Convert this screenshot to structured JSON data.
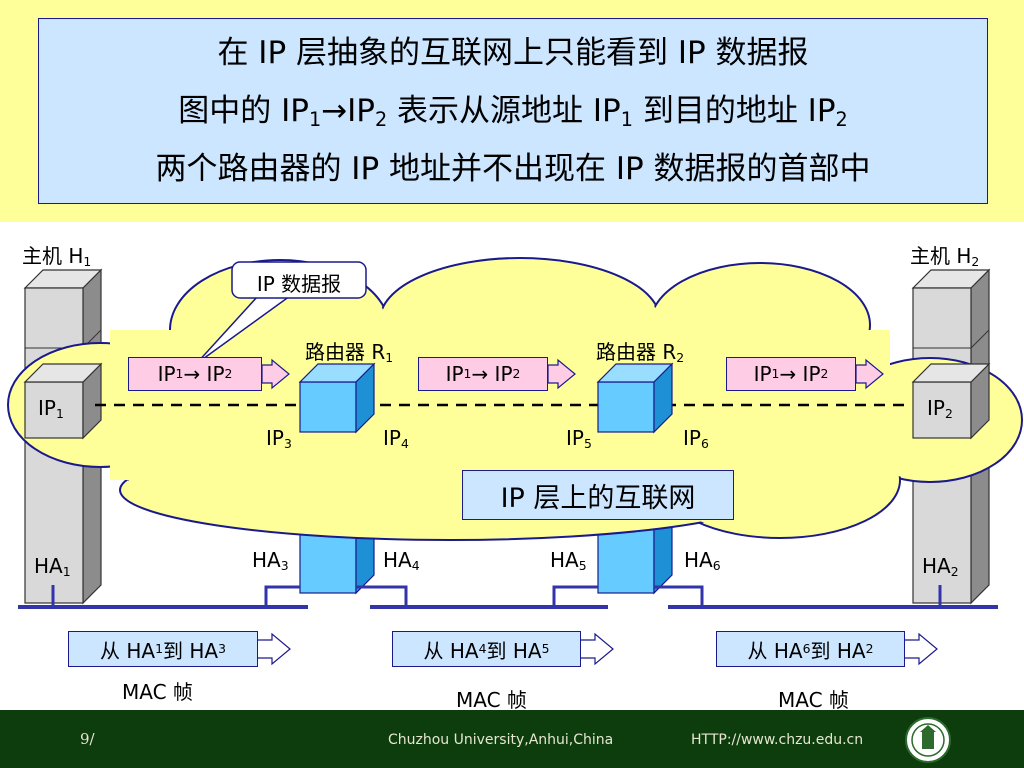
{
  "title": {
    "line1": "在 IP 层抽象的互联网上只能看到 IP 数据报",
    "line2": {
      "a": "图中的  IP",
      "b": "1",
      "c": "→IP",
      "d": "2",
      "e": "  表示从源地址 IP",
      "f": "1",
      "g": " 到目的地址 IP",
      "h": "2"
    },
    "line3": "两个路由器的 IP 地址并不出现在 IP 数据报的首部中"
  },
  "hosts": {
    "h1": {
      "label": "主机 H",
      "sub": "1",
      "ip": "IP",
      "ip_sub": "1",
      "ha": "HA",
      "ha_sub": "1"
    },
    "h2": {
      "label": "主机 H",
      "sub": "2",
      "ip": "IP",
      "ip_sub": "2",
      "ha": "HA",
      "ha_sub": "2"
    }
  },
  "routers": {
    "r1": {
      "label": "路由器 R",
      "sub": "1",
      "ip_left": "IP",
      "ip_left_sub": "3",
      "ip_right": "IP",
      "ip_right_sub": "4",
      "ha_left": "HA",
      "ha_left_sub": "3",
      "ha_right": "HA",
      "ha_right_sub": "4"
    },
    "r2": {
      "label": "路由器 R",
      "sub": "2",
      "ip_left": "IP",
      "ip_left_sub": "5",
      "ip_right": "IP",
      "ip_right_sub": "6",
      "ha_left": "HA",
      "ha_left_sub": "5",
      "ha_right": "HA",
      "ha_right_sub": "6"
    }
  },
  "callout": "IP 数据报",
  "cloud_label": "IP 层上的互联网",
  "datagrams": [
    {
      "a": "IP",
      "a_sub": "1",
      "arrow": " → IP",
      "b_sub": "2"
    },
    {
      "a": "IP",
      "a_sub": "1",
      "arrow": " → IP",
      "b_sub": "2"
    },
    {
      "a": "IP",
      "a_sub": "1",
      "arrow": " → IP",
      "b_sub": "2"
    }
  ],
  "frames": [
    {
      "pre": "从 HA",
      "s1": "1",
      "mid": " 到 HA",
      "s2": "3",
      "caption": "MAC 帧"
    },
    {
      "pre": "从 HA",
      "s1": "4",
      "mid": " 到 HA",
      "s2": "5",
      "caption": "MAC 帧"
    },
    {
      "pre": "从 HA",
      "s1": "6",
      "mid": " 到 HA",
      "s2": "2",
      "caption": "MAC 帧"
    }
  ],
  "footer": {
    "page": "9/",
    "university": "Chuzhou University,Anhui,China",
    "url": "HTTP://www.chzu.edu.cn"
  },
  "colors": {
    "top_band": "#ffff99",
    "title_box": "#cce6ff",
    "cloud": "#ffff99",
    "datagram": "#ffcce6",
    "router": "#66ccff",
    "host": "#d9d9d9",
    "network_line": "#3333aa",
    "footer": "#0d3d0d"
  }
}
